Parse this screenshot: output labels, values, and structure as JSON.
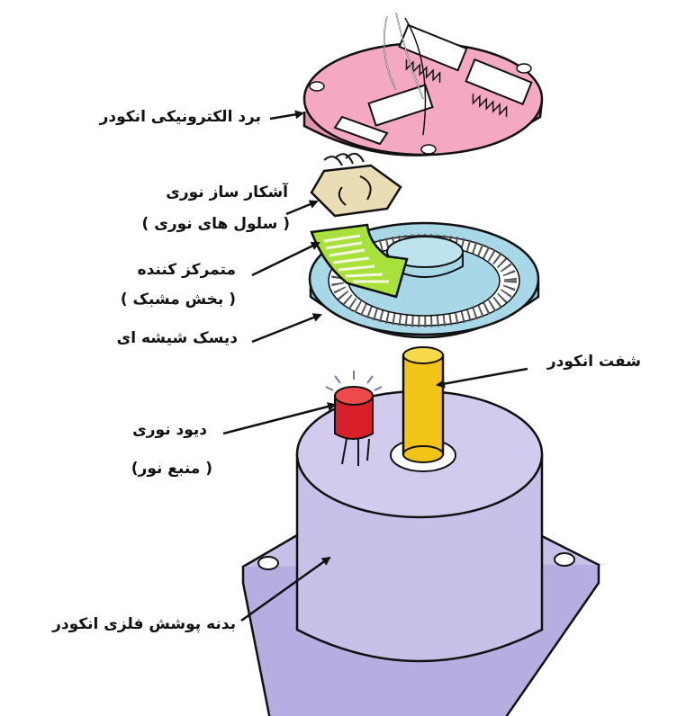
{
  "labels": {
    "board": "برد الکترونیکی انکودر",
    "detector_line1": "آشکار ساز نوری",
    "detector_line2": "( سلول های نوری )",
    "concentrator_line1": "متمرکز کننده",
    "concentrator_line2": "( بخش مشبک )",
    "disk": "دیسک شیشه ای",
    "shaft": "شفت انکودر",
    "led_line1": "دیود نوری",
    "led_line2": "( منبع نور)",
    "body": "بدنه پوشش فلزی انکودر"
  },
  "colors": {
    "board": "#f4a8c4",
    "detector": "#eadcb4",
    "concentrator": "#a8e03c",
    "disk": "#a8d8e8",
    "shaft": "#f2c418",
    "led": "#d8202a",
    "housing": "#c8c0e8",
    "outline": "#111111"
  }
}
